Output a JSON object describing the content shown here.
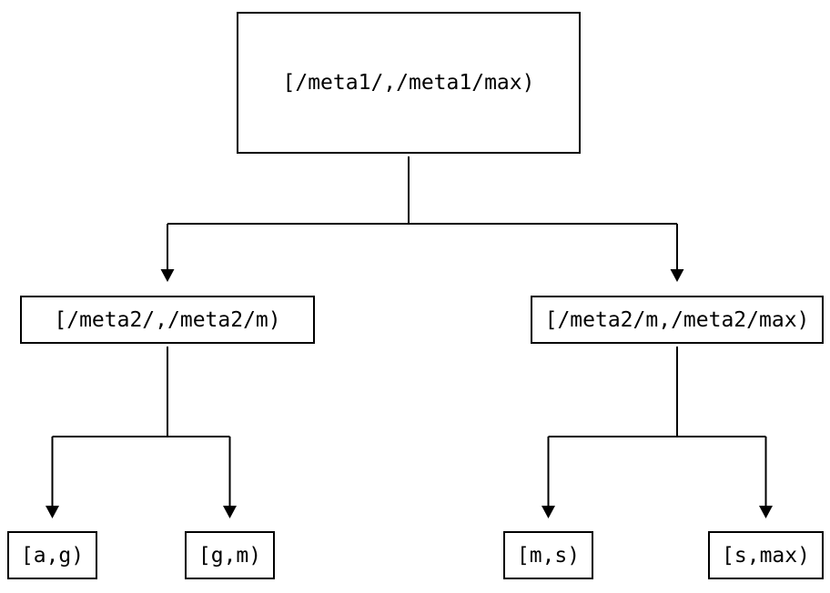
{
  "diagram": {
    "type": "tree",
    "description": "Key-range partition tree",
    "colors": {
      "background": "#ffffff",
      "stroke": "#000000",
      "text": "#000000"
    },
    "edges": [
      {
        "from": "root",
        "to": "left"
      },
      {
        "from": "root",
        "to": "right"
      },
      {
        "from": "left",
        "to": "leaf_ag"
      },
      {
        "from": "left",
        "to": "leaf_gm"
      },
      {
        "from": "right",
        "to": "leaf_ms"
      },
      {
        "from": "right",
        "to": "leaf_smax"
      }
    ]
  },
  "nodes": {
    "root": {
      "label": "[/meta1/,/meta1/max)"
    },
    "left": {
      "label": "[/meta2/,/meta2/m)"
    },
    "right": {
      "label": "[/meta2/m,/meta2/max)"
    },
    "leaf_ag": {
      "label": "[a,g)"
    },
    "leaf_gm": {
      "label": "[g,m)"
    },
    "leaf_ms": {
      "label": "[m,s)"
    },
    "leaf_smax": {
      "label": "[s,max)"
    }
  }
}
